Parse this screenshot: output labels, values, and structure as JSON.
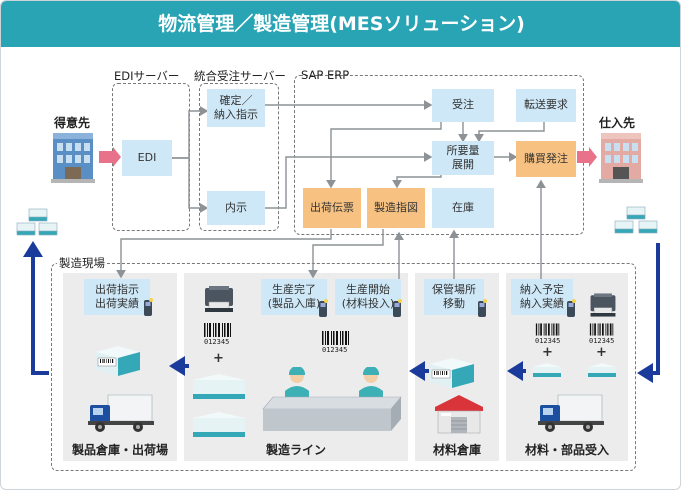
{
  "title": "物流管理／製造管理(MESソリューション)",
  "sections": {
    "edi_server": "EDIサーバー",
    "order_server": "統合受注サーバー",
    "sap_erp": "SAP ERP",
    "factory": "製造現場"
  },
  "parties": {
    "customer": "得意先",
    "supplier": "仕入先"
  },
  "boxes": {
    "edi": "EDI",
    "confirm": "確定／\n納入指示",
    "forecast": "内示",
    "order": "受注",
    "transfer": "転送要求",
    "mrp": "所要量\n展開",
    "purchase": "購買発注",
    "ship_slip": "出荷伝票",
    "mfg_order": "製造指図",
    "stock": "在庫",
    "ship_inst": "出荷指示\n出荷実績",
    "prod_done": "生産完了\n(製品入庫)",
    "prod_start": "生産開始\n(材料投入)",
    "storage_move": "保管場所\n移動",
    "receipt": "納入予定\n納入実績"
  },
  "captions": {
    "warehouse": "製品倉庫・出荷場",
    "line": "製造ライン",
    "material": "材料倉庫",
    "receiving": "材料・部品受入"
  },
  "barcode_text": "012345",
  "plus_sign": "+",
  "colors": {
    "title": "#29a4b4",
    "box_blue": "#cfe8f7",
    "box_orange": "#f7c281",
    "arrow_blue": "#1b3b9c",
    "arrow_pink": "#e8728a"
  },
  "icons": [
    "building-icon",
    "box-stack-icon",
    "printer-icon",
    "barcode-icon",
    "handheld-scanner-icon",
    "truck-icon",
    "worker-icon",
    "warehouse-icon",
    "conveyor-icon"
  ]
}
